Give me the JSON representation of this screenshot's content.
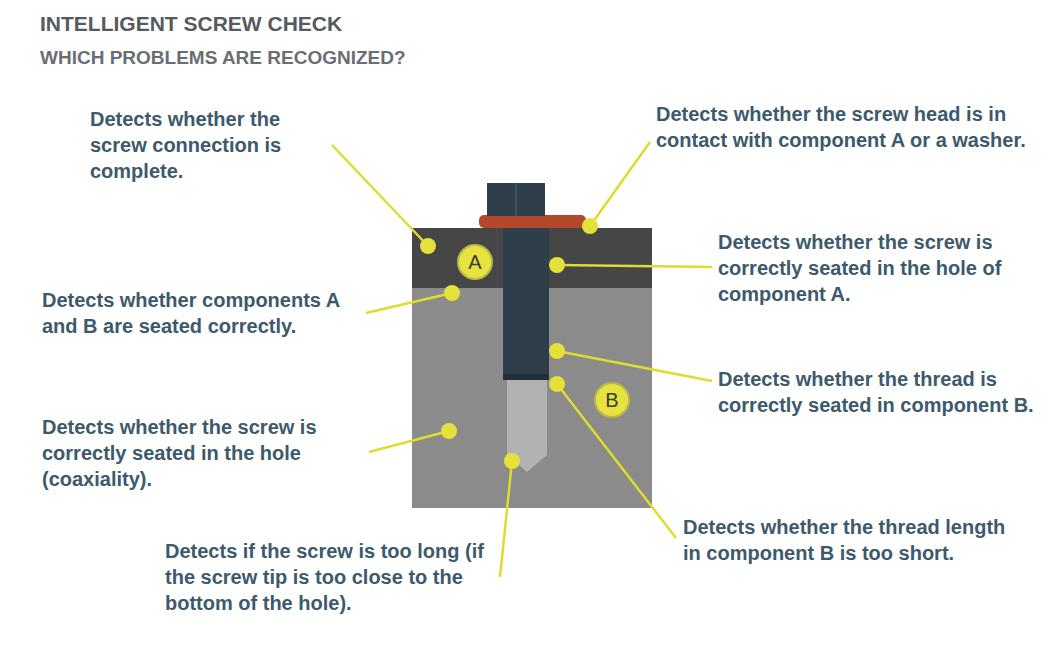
{
  "diagram": {
    "title": "INTELLIGENT SCREW CHECK",
    "nodes": [
      {
        "text": [
          "A"
        ]
      },
      {
        "text": [
          "B"
        ]
      }
    ],
    "labels": [
      "WHICH PROBLEMS ARE RECOGNIZED?",
      "Detects whether the screw connection is complete.",
      "Detects whether the screw head is in contact with component A or a washer.",
      "Detects whether the screw is correctly seated in the hole of component A.",
      "Detects whether components A and B are seated correctly.",
      "Detects whether the thread is correctly seated in component B.",
      "Detects whether the screw is correctly seated in the hole (coaxiality).",
      "Detects if the screw is too long (if the screw tip is too close to the bottom of the hole).",
      "Detects whether the thread length in component B is too short."
    ]
  }
}
